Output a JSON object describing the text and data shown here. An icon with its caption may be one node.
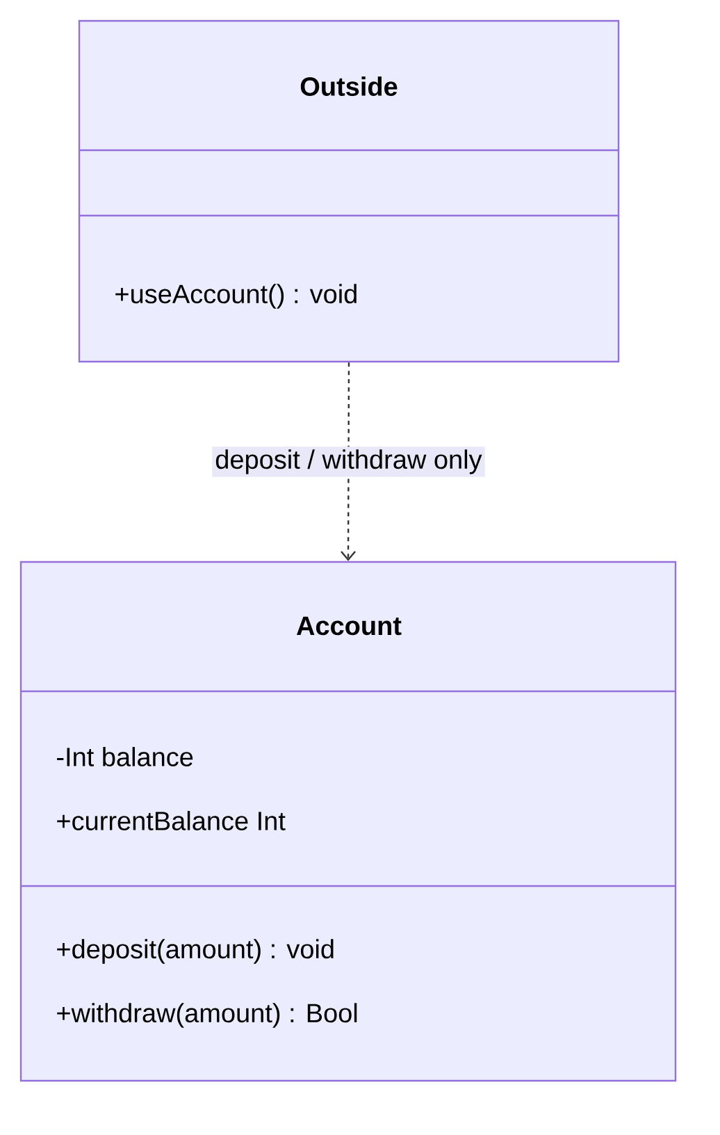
{
  "diagram": {
    "nodes": [
      {
        "text": [
          "Outside",
          "+useAccount() : void"
        ]
      },
      {
        "text": [
          "Account",
          "-Int balance",
          "+currentBalance Int",
          "+deposit(amount) : void",
          "+withdraw(amount) : Bool"
        ]
      }
    ],
    "edges": [
      {
        "from": 0,
        "to": 1,
        "arrow": "to",
        "style": "dashed",
        "label": "deposit / withdraw only"
      }
    ]
  }
}
